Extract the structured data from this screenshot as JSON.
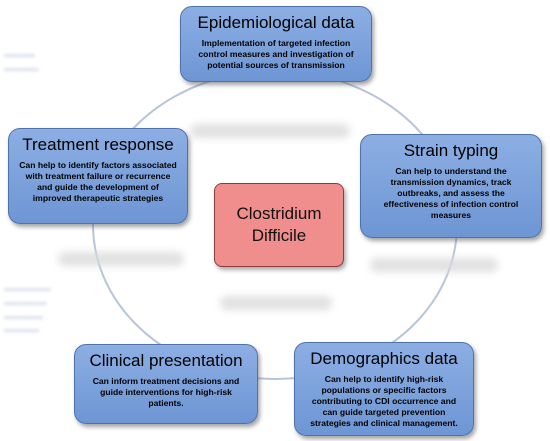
{
  "center": {
    "label": "Clostridium\nDifficile"
  },
  "nodes": [
    {
      "id": "epidemiological",
      "title": "Epidemiological data",
      "body": "Implementation of targeted infection control measures and investigation of potential sources of transmission"
    },
    {
      "id": "strain",
      "title": "Strain typing",
      "body": "Can help to understand the transmission dynamics, track outbreaks, and assess the effectiveness of infection control measures"
    },
    {
      "id": "demographics",
      "title": "Demographics data",
      "body": "Can help to identify high-risk populations or specific factors contributing to CDI occurrence and can guide targeted prevention strategies and clinical management."
    },
    {
      "id": "clinical",
      "title": "Clinical presentation",
      "body": "Can inform treatment decisions and guide interventions for high-risk patients."
    },
    {
      "id": "treatment",
      "title": "Treatment response",
      "body": "Can help to  identify factors associated with treatment failure or recurrence and guide the development of improved therapeutic strategies"
    }
  ]
}
